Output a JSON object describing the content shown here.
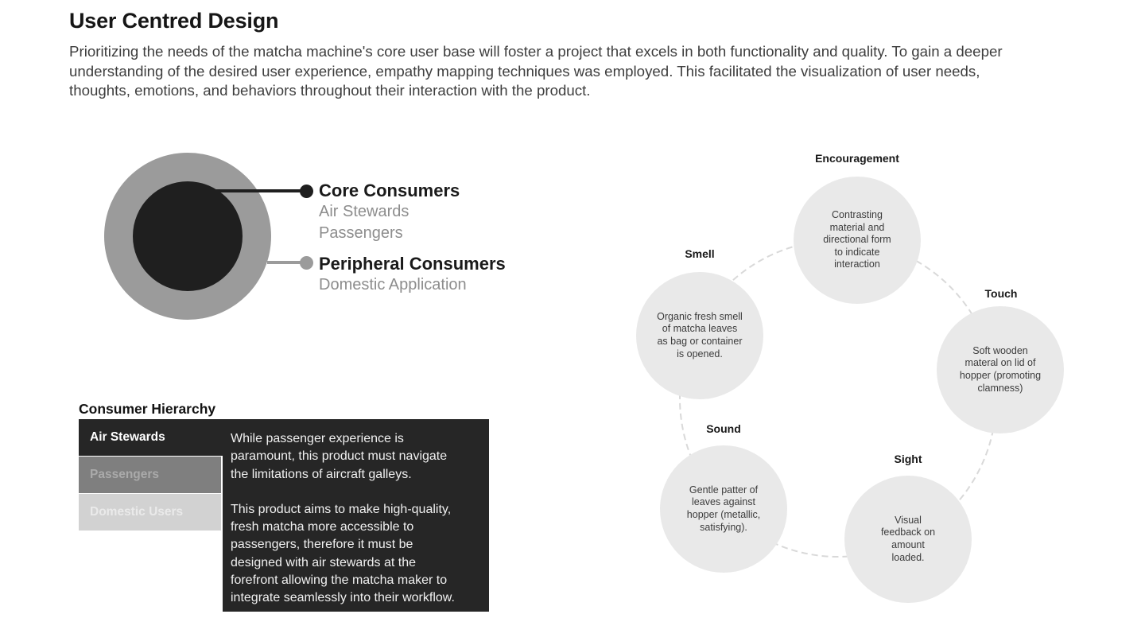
{
  "header": {
    "title": "User Centred Design",
    "intro": "Prioritizing the needs of the matcha machine's core user base will foster a project that excels in both functionality and quality. To gain a deeper\nunderstanding of the desired user experience, empathy mapping techniques was employed. This facilitated the visualization of user needs,\nthoughts, emotions, and behaviors throughout their interaction with the product."
  },
  "consumer_diagram": {
    "core": {
      "label": "Core Consumers",
      "items": [
        "Air Stewards",
        "Passengers"
      ]
    },
    "peripheral": {
      "label": "Peripheral Consumers",
      "items": [
        "Domestic Application"
      ]
    },
    "colors": {
      "outer_ring": "#9b9b9b",
      "core_circle": "#1f1f1f"
    }
  },
  "hierarchy": {
    "heading": "Consumer Hierarchy",
    "levels": [
      {
        "label": "Air Stewards",
        "bar_color": "#262626"
      },
      {
        "label": "Passengers",
        "bar_color": "#7f7f7f"
      },
      {
        "label": "Domestic Users",
        "bar_color": "#d2d2d2"
      }
    ],
    "note_paragraphs": [
      "While passenger experience is\nparamount, this product must navigate\nthe limitations of aircraft galleys.",
      "This product aims to make high-quality,\nfresh matcha more accessible to\npassengers, therefore it must be\ndesigned with air stewards at the\nforefront allowing the matcha maker to\nintegrate seamlessly into their workflow."
    ],
    "panel_color": "#262626"
  },
  "senses_diagram": {
    "ring_color": "#d9d9d9",
    "node_color": "#e9e9e9",
    "nodes": [
      {
        "label": "Encouragement",
        "text": "Contrasting\nmaterial and\ndirectional form\nto indicate\ninteraction"
      },
      {
        "label": "Smell",
        "text": "Organic fresh smell\nof matcha leaves\nas bag or container\nis opened."
      },
      {
        "label": "Touch",
        "text": "Soft wooden\nmateral on lid of\nhopper (promoting\nclamness)"
      },
      {
        "label": "Sound",
        "text": "Gentle patter of\nleaves against\nhopper (metallic,\nsatisfying)."
      },
      {
        "label": "Sight",
        "text": "Visual\nfeedback on\namount\nloaded."
      }
    ]
  }
}
